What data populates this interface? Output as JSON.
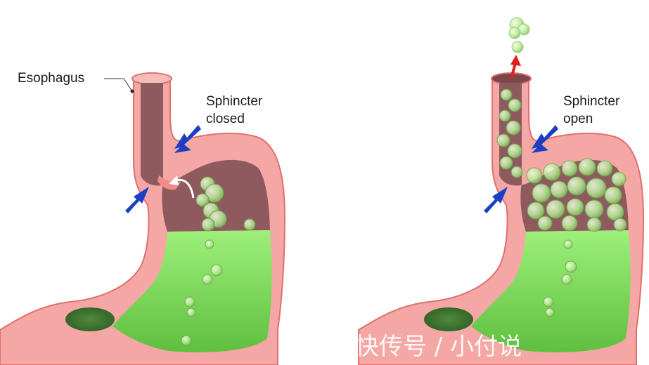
{
  "labels": {
    "esophagus": "Esophagus",
    "closed_line1": "Sphincter",
    "closed_line2": "closed",
    "open_line1": "Sphincter",
    "open_line2": "open"
  },
  "watermark": "快传号 / 小付说",
  "colors": {
    "wall": "#f4a7a4",
    "wall_edge": "#e0706e",
    "lumen": "#8f5a5e",
    "lumen_dark": "#7a474c",
    "acid": "#8bea6c",
    "acid_dark": "#6bc94e",
    "arrow_blue": "#1a3fc4",
    "arrow_red": "#e02020",
    "bubble": "#c9f0a8"
  },
  "icons": [
    "blue-arrow-icon",
    "red-arrow-icon",
    "white-curved-arrow-icon"
  ]
}
